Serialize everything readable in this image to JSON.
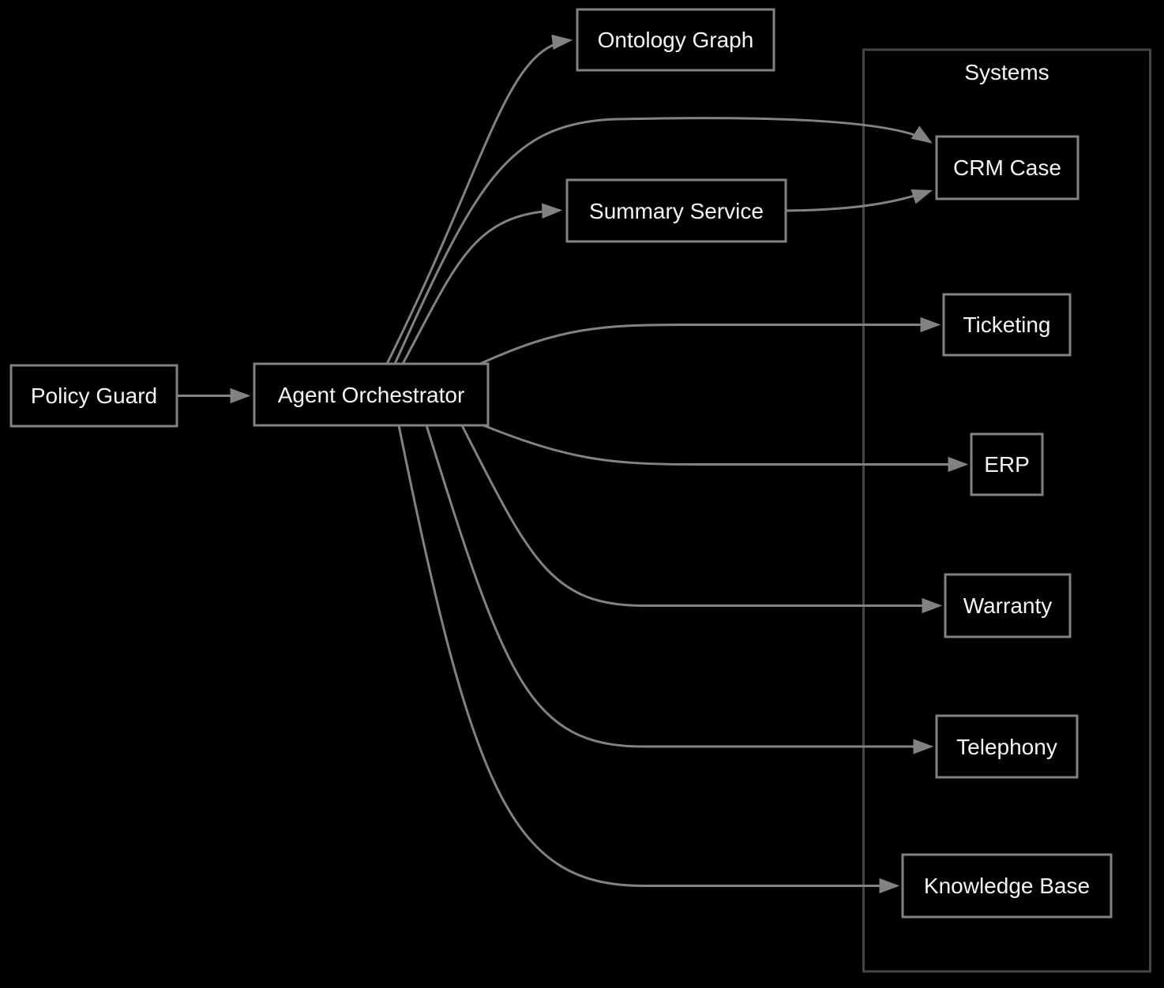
{
  "diagram": {
    "type": "flowchart",
    "direction": "LR",
    "cluster": {
      "label": "Systems"
    },
    "nodes": [
      {
        "id": "policy-guard",
        "label": "Policy Guard"
      },
      {
        "id": "agent-orchestrator",
        "label": "Agent Orchestrator"
      },
      {
        "id": "ontology-graph",
        "label": "Ontology Graph"
      },
      {
        "id": "summary-service",
        "label": "Summary Service"
      },
      {
        "id": "crm-case",
        "label": "CRM Case",
        "cluster": "Systems"
      },
      {
        "id": "ticketing",
        "label": "Ticketing",
        "cluster": "Systems"
      },
      {
        "id": "erp",
        "label": "ERP",
        "cluster": "Systems"
      },
      {
        "id": "warranty",
        "label": "Warranty",
        "cluster": "Systems"
      },
      {
        "id": "telephony",
        "label": "Telephony",
        "cluster": "Systems"
      },
      {
        "id": "knowledge-base",
        "label": "Knowledge Base",
        "cluster": "Systems"
      }
    ],
    "edges": [
      {
        "from": "Policy Guard",
        "to": "Agent Orchestrator"
      },
      {
        "from": "Agent Orchestrator",
        "to": "Ontology Graph"
      },
      {
        "from": "Agent Orchestrator",
        "to": "CRM Case"
      },
      {
        "from": "Agent Orchestrator",
        "to": "Summary Service"
      },
      {
        "from": "Summary Service",
        "to": "CRM Case"
      },
      {
        "from": "Agent Orchestrator",
        "to": "Ticketing"
      },
      {
        "from": "Agent Orchestrator",
        "to": "ERP"
      },
      {
        "from": "Agent Orchestrator",
        "to": "Warranty"
      },
      {
        "from": "Agent Orchestrator",
        "to": "Telephony"
      },
      {
        "from": "Agent Orchestrator",
        "to": "Knowledge Base"
      }
    ],
    "colors": {
      "background": "#000000",
      "node_border": "#828282",
      "edge": "#828282",
      "cluster_border": "#454545",
      "text": "#f5f5f5"
    }
  }
}
